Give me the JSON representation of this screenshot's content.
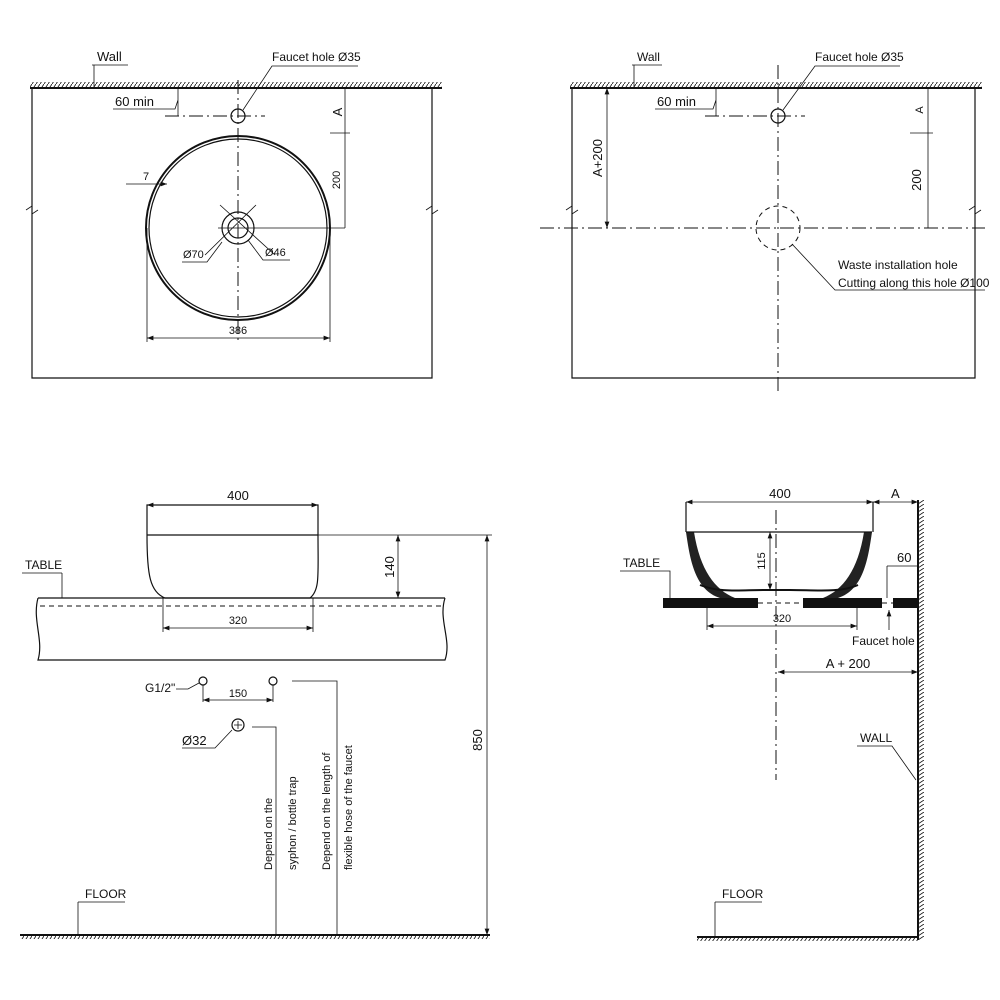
{
  "top_left_view": {
    "wall_label": "Wall",
    "faucet_hole_label": "Faucet hole Ø35",
    "min_distance_label": "60 min",
    "dim_a": "A",
    "dim_200": "200",
    "dim_7": "7",
    "dim_diameter_70": "Ø70",
    "dim_diameter_46": "Ø46",
    "dim_386": "386"
  },
  "top_right_view": {
    "wall_label": "Wall",
    "faucet_hole_label": "Faucet hole Ø35",
    "min_distance_label": "60 min",
    "dim_a": "A",
    "dim_a_plus_200": "A+200",
    "dim_200": "200",
    "waste_note_line1": "Waste installation hole",
    "waste_note_line2": "Cutting along this hole Ø100"
  },
  "bottom_left_view": {
    "table_label": "TABLE",
    "floor_label": "FLOOR",
    "dim_400": "400",
    "dim_140": "140",
    "dim_320": "320",
    "dim_850": "850",
    "dim_150": "150",
    "inlet_label": "G1/2\"",
    "drain_label": "Ø32",
    "syphon_note_line1": "Depend on the",
    "syphon_note_line2": "syphon / bottle trap",
    "hose_note_line1": "Depend on the length of",
    "hose_note_line2": "flexible hose of the faucet"
  },
  "bottom_right_view": {
    "table_label": "TABLE",
    "floor_label": "FLOOR",
    "wall_label": "WALL",
    "dim_400": "400",
    "dim_a": "A",
    "dim_115": "115",
    "dim_60": "60",
    "dim_320": "320",
    "faucet_hole_label": "Faucet hole",
    "dim_a_plus_200": "A + 200"
  }
}
